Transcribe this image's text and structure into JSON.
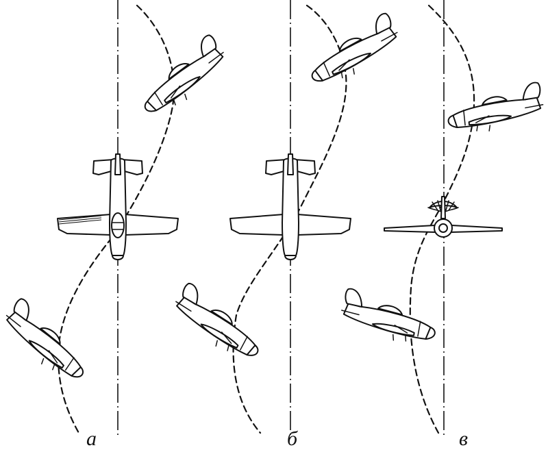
{
  "panels": [
    {
      "label": "a"
    },
    {
      "label": "б"
    },
    {
      "label": "в"
    }
  ],
  "colors": {
    "ink": "#111111",
    "paper": "#ffffff"
  }
}
